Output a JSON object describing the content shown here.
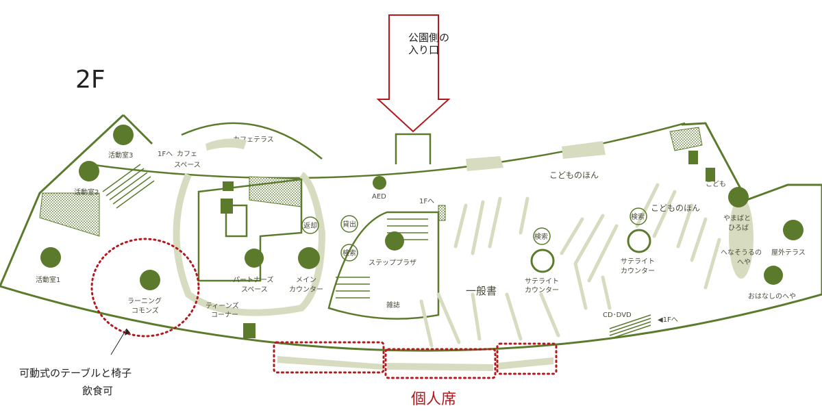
{
  "floor": "2F",
  "entrance": {
    "line1": "公園側の",
    "line2": "入り口"
  },
  "callouts": {
    "movable_line1": "可動式のテーブルと椅子",
    "movable_line2": "飲食可",
    "individual_seats": "個人席"
  },
  "rooms": {
    "activity1": "活動室1",
    "activity2": "活動室2",
    "activity3": "活動室3",
    "cafe_terrace": "カフェテラス",
    "cafe_space_1": "カフェ",
    "cafe_space_2": "スペース",
    "to_1f_a": "1Fへ",
    "to_1f_b": "1Fへ",
    "to_1f_c": "◀1Fへ",
    "learning_1": "ラーニング",
    "learning_2": "コモンズ",
    "partners_1": "パートナーズ",
    "partners_2": "スペース",
    "main_counter_1": "メイン",
    "main_counter_2": "カウンター",
    "teens_1": "ティーンズ",
    "teens_2": "コーナー",
    "aed": "AED",
    "return": "返却",
    "lend": "貸出",
    "search_a": "検索",
    "search_b": "検索",
    "step_plaza": "ステッププラザ",
    "magazine": "雑誌",
    "general_books": "一般書",
    "satellite_1": "サテライト",
    "satellite_2": "カウンター",
    "kids_books_a": "こどものほん",
    "kids_books_b": "こどものほん",
    "cd_dvd": "CD･DVD",
    "yamabato_1": "やまばと",
    "yamabato_2": "ひろば",
    "henasou_1": "へなそうるの",
    "henasou_2": "へや",
    "outdoor_terrace": "屋外テラス",
    "story_room": "おはなしのへや",
    "kodomo_tag": "こども"
  },
  "colors": {
    "green": "#5b7a2b",
    "green_light": "#d7dcc0",
    "red": "#b3181d",
    "text": "#4a4a3a"
  }
}
